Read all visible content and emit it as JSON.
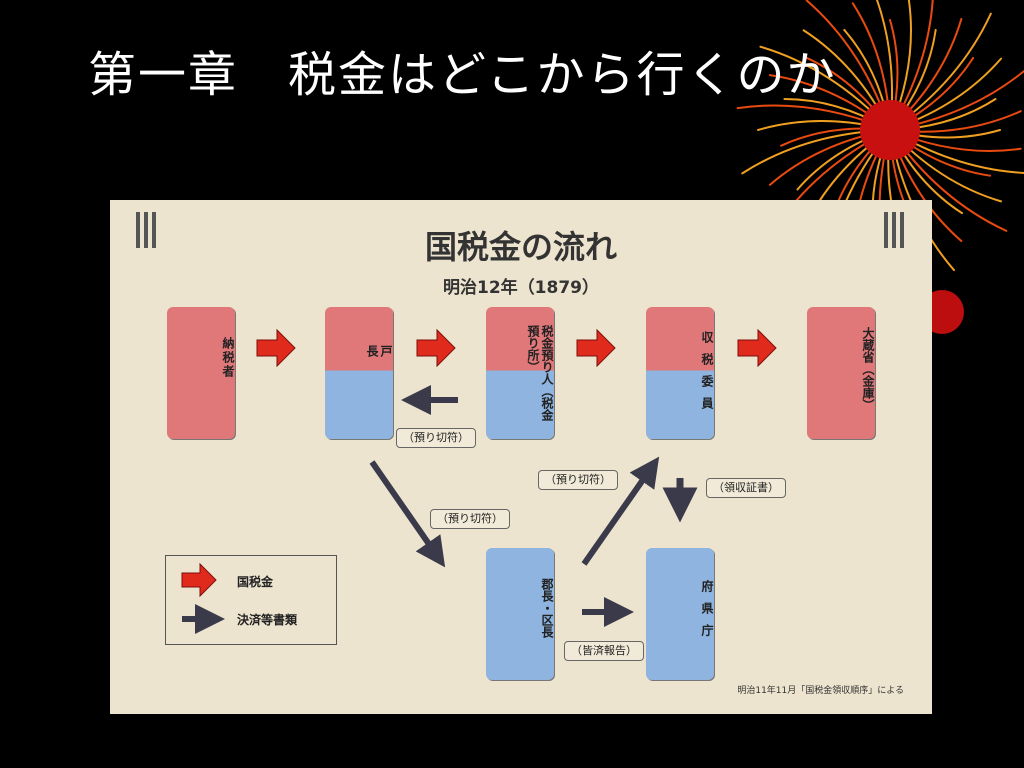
{
  "slide": {
    "title": "第一章　税金はどこから行くのか"
  },
  "figure": {
    "title": "国税金の流れ",
    "subtitle": "明治12年（1879）",
    "boxes": {
      "taxpayer": "納税者",
      "household_head": "戸長",
      "tax_depositary": "税金預り人（税金預り所）",
      "tax_collector": "収税委員",
      "finance_ministry": "大蔵省（金庫）",
      "county_ward_head": "郡長・区長",
      "prefecture": "府県庁"
    },
    "tags": {
      "deposit_receipt_1": "（預り切符）",
      "deposit_receipt_2": "（預り切符）",
      "deposit_receipt_3": "（預り切符）",
      "receipt_certificate": "（領収証書）",
      "settlement_report": "（皆済報告）"
    },
    "legend": {
      "tax_money": "国税金",
      "settlement_docs": "決済等書類"
    },
    "source_note": "明治11年11月「国税金領収順序」による"
  },
  "colors": {
    "red_arrow": "#e02a1c",
    "dark_arrow": "#3a3a4a",
    "box_red": "#e0787a",
    "box_blue": "#8fb4df"
  }
}
